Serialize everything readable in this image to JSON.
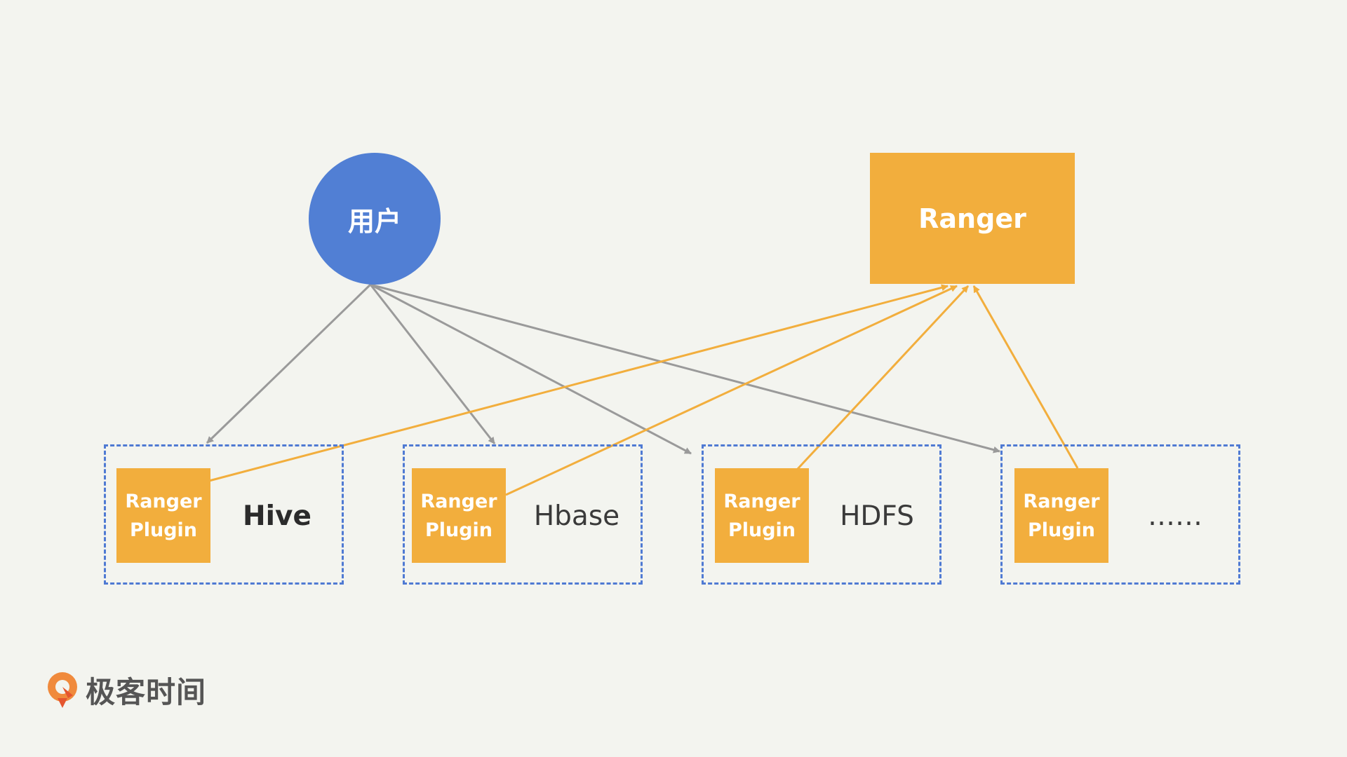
{
  "nodes": {
    "user": "用户",
    "ranger_server": "Ranger"
  },
  "groups": [
    {
      "plugin_line1": "Ranger",
      "plugin_line2": "Plugin",
      "service": "Hive"
    },
    {
      "plugin_line1": "Ranger",
      "plugin_line2": "Plugin",
      "service": "Hbase"
    },
    {
      "plugin_line1": "Ranger",
      "plugin_line2": "Plugin",
      "service": "HDFS"
    },
    {
      "plugin_line1": "Ranger",
      "plugin_line2": "Plugin",
      "service": "……"
    }
  ],
  "branding": {
    "logo_text": "极客时间"
  },
  "colors": {
    "background": "#f3f4ef",
    "user_node": "#517fd4",
    "ranger_orange": "#f2ae3d",
    "user_arrow": "#9a9a9a",
    "ranger_arrow": "#f2ae3d",
    "group_border": "#4f7ad3"
  }
}
